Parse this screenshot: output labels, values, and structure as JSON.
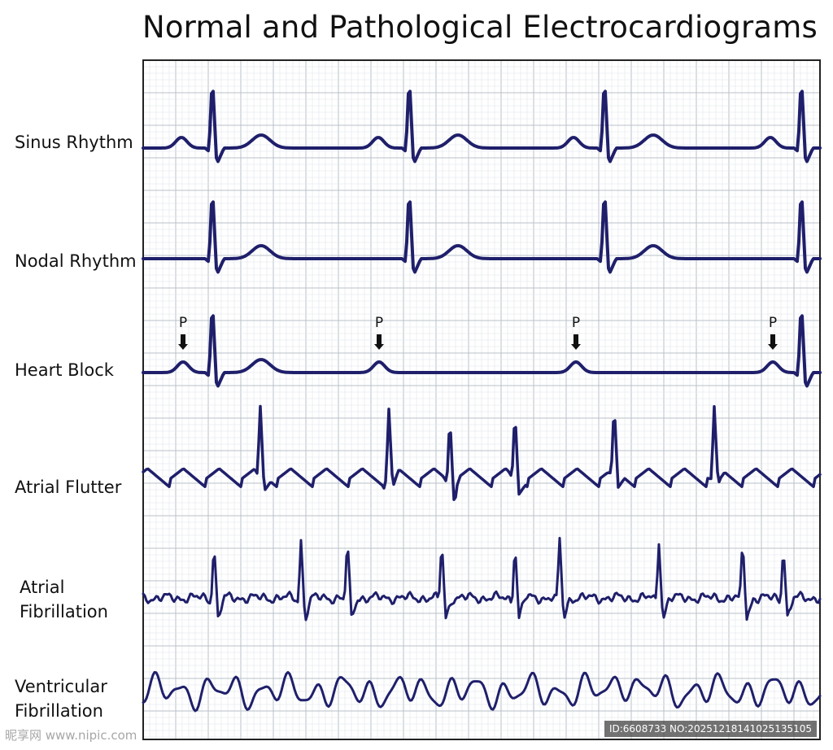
{
  "title": "Normal and Pathological Electrocardiograms",
  "rows": [
    {
      "label": "Sinus Rhythm"
    },
    {
      "label": "Nodal Rhythm"
    },
    {
      "label": "Heart Block"
    },
    {
      "label": "Atrial Flutter"
    },
    {
      "label": "Atrial Fibrillation"
    },
    {
      "label": "Ventricular Fibrillation"
    }
  ],
  "p_marker_label": "P",
  "watermark": "ID:6608733 NO:20251218141025135105",
  "site_mark": "昵享网 www.nipic.com",
  "colors": {
    "trace": "#1f1f6b",
    "grid_minor": "#dfe5ea",
    "grid_major": "#b8c2ca",
    "frame": "#222222"
  }
}
